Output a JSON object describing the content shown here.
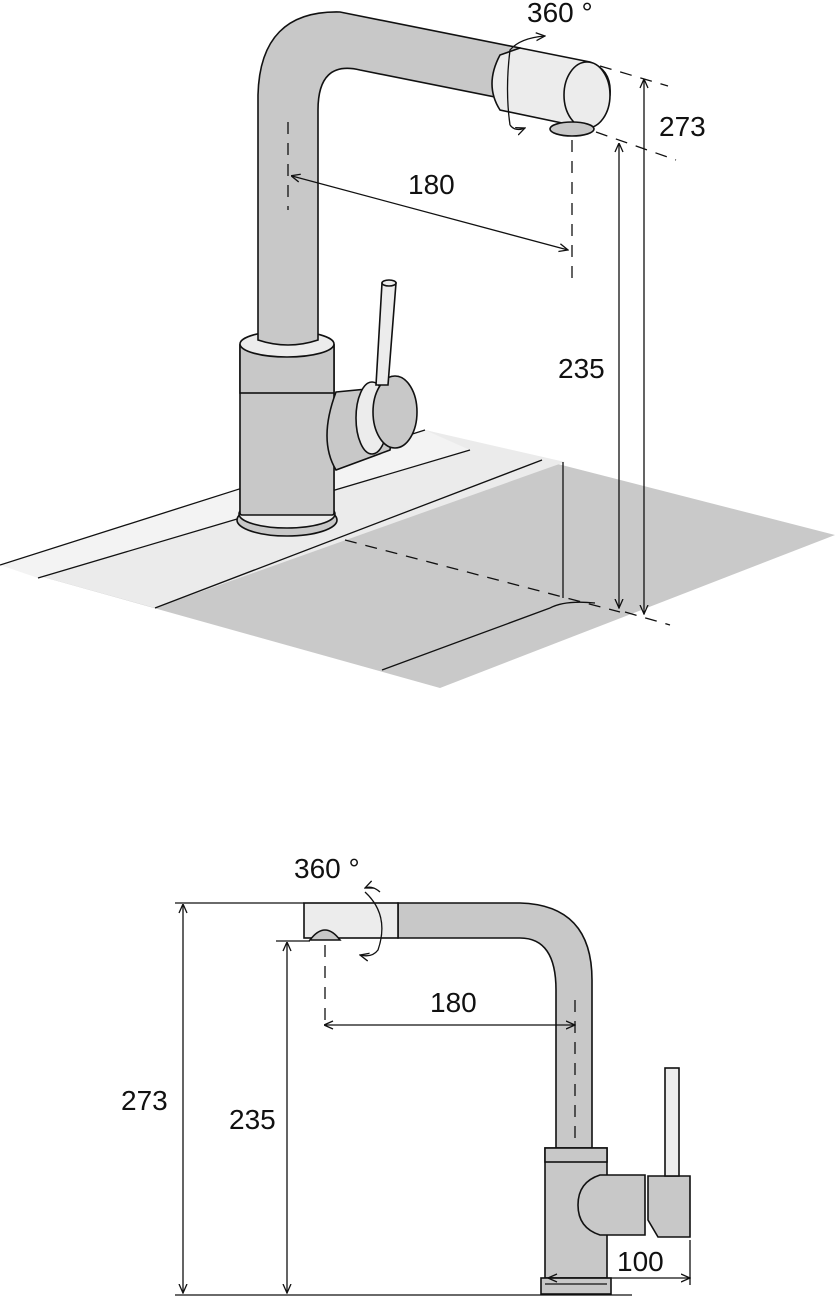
{
  "colors": {
    "metal": "#c8c8c8",
    "highlight": "#ececec",
    "sink": "#c9c9c9",
    "counter": "#e6e6e6",
    "line": "#111111"
  },
  "perspective_view": {
    "rotation_label": "360 °",
    "reach_label": "180",
    "total_height_label": "273",
    "spout_height_label": "235"
  },
  "side_view": {
    "rotation_label": "360 °",
    "reach_label": "180",
    "total_height_label": "273",
    "spout_height_label": "235",
    "base_label": "100"
  }
}
